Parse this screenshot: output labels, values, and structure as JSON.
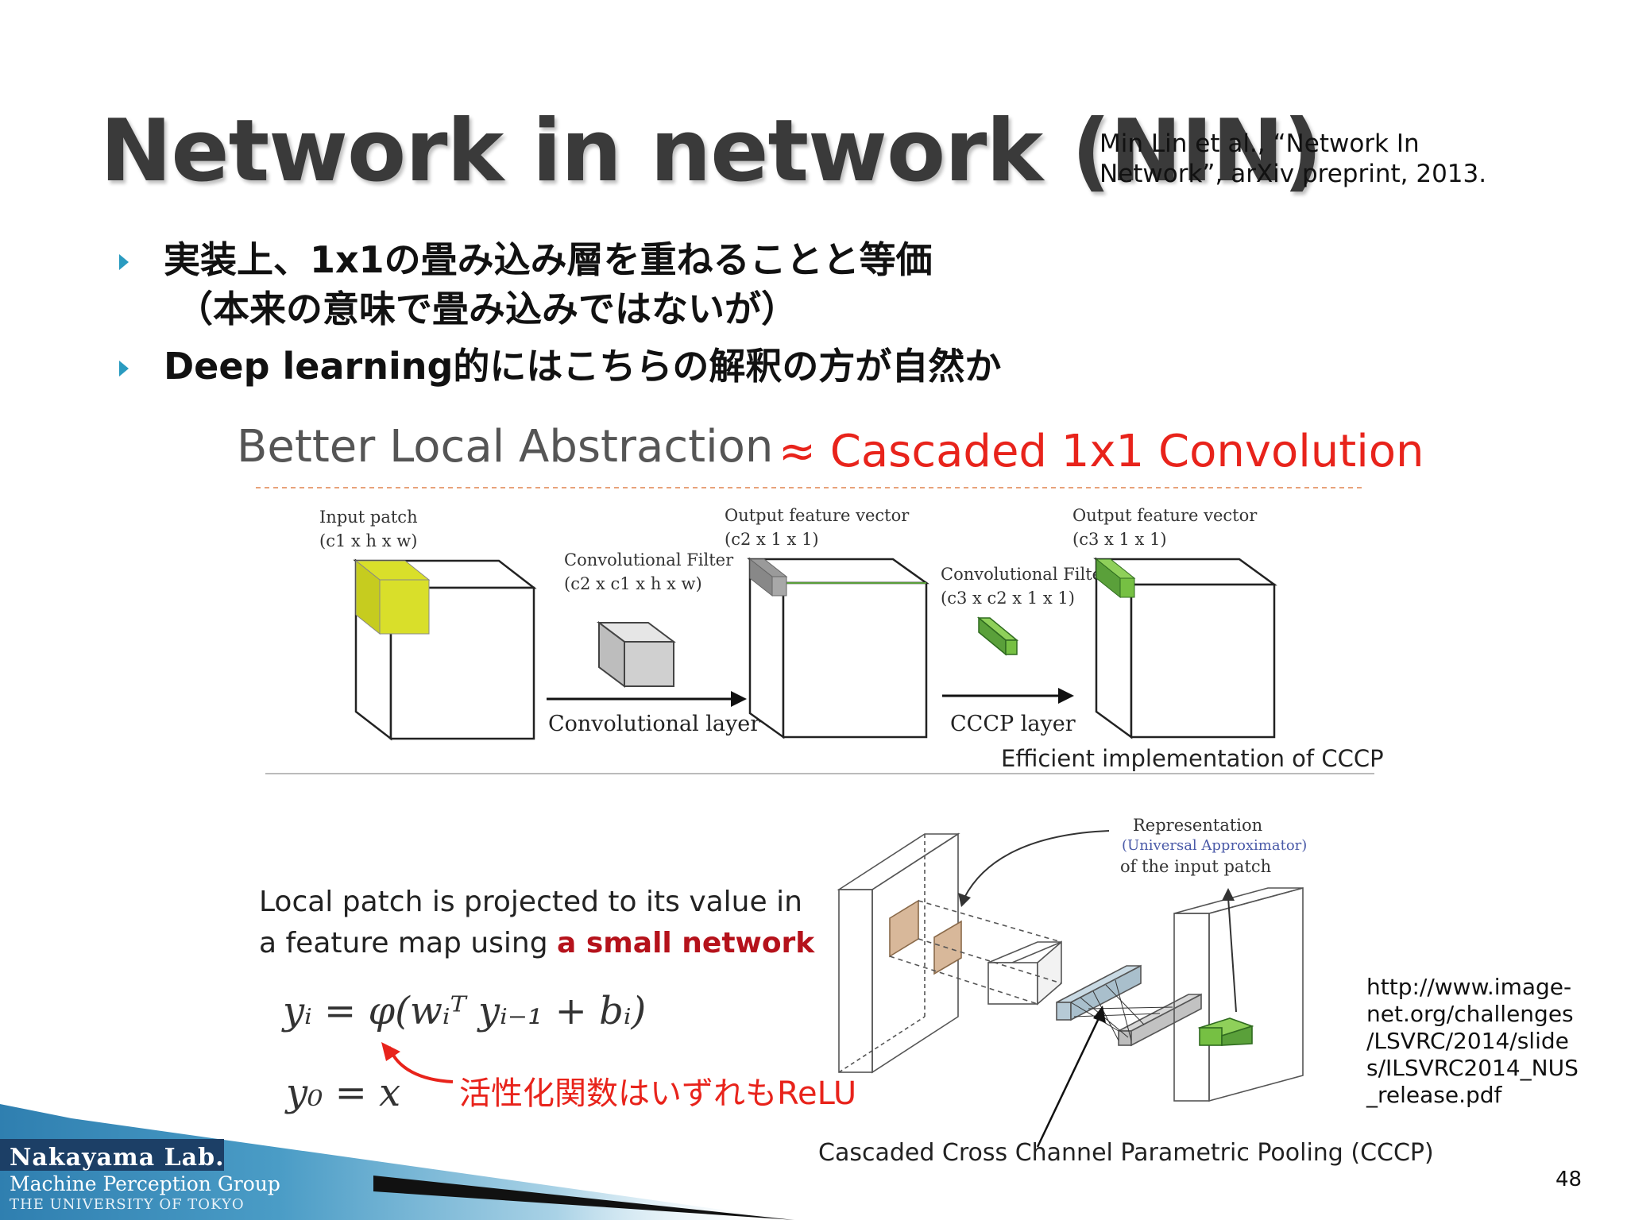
{
  "slide": {
    "title": "Network in network (NIN)",
    "citation": "Min Lin et al., “Network In\nNetwork”, arXiv preprint, 2013.",
    "bullets": [
      "実装上、1x1の畳み込み層を重ねることと等価",
      "（本来の意味で畳み込みではないが）",
      "Deep learning的にはこちらの解釈の方が自然か"
    ],
    "page_number": "48"
  },
  "figure_top": {
    "heading_gray": "Better Local Abstraction",
    "heading_red": "≈ Cascaded 1x1 Convolution",
    "input_patch_label": "Input patch",
    "input_patch_dims": "(c1 x h x w)",
    "conv_filter_label": "Convolutional Filter",
    "conv_filter_dims": "(c2 x c1 x h x w)",
    "output_vec1_label": "Output feature vector",
    "output_vec1_dims": "(c2 x 1 x 1)",
    "conv_filter2_label": "Convolutional Filter",
    "conv_filter2_dims": "(c3 x c2 x 1 x 1)",
    "output_vec2_label": "Output feature vector",
    "output_vec2_dims": "(c3 x 1 x 1)",
    "conv_layer_label": "Convolutional layer",
    "cccp_layer_label": "CCCP layer",
    "efficient_label": "Efficient implementation of CCCP"
  },
  "figure_bottom": {
    "local_text_line1": "Local patch is projected to its value in",
    "local_text_line2_prefix": "a feature map using ",
    "local_text_line2_red": "a small network",
    "equation1": "yᵢ = φ(wᵢᵀ yᵢ₋₁ + bᵢ)",
    "equation2": "y₀ = x",
    "relu_note": "活性化関数はいずれもReLU",
    "representation_label": "Representation",
    "universal_label": "(Universal Approximator)",
    "input_patch_of": "of the input patch",
    "cccp_caption": "Cascaded Cross Channel Parametric Pooling (CCCP)"
  },
  "source_url": "http://www.image-\nnet.org/challenges\n/LSVRC/2014/slide\ns/ILSVRC2014_NUS\n_release.pdf",
  "logo": {
    "name": "Nakayama Lab.",
    "group": "Machine Perception Group",
    "university": "THE UNIVERSITY OF TOKYO"
  },
  "colors": {
    "accent_red": "#e8231b",
    "dark_red": "#b5121b",
    "bullet_blue": "#2a9bc0",
    "yellow_cube": "#d9df2a",
    "green_cube": "#76c043",
    "logo_blue": "#2f7fb0"
  }
}
